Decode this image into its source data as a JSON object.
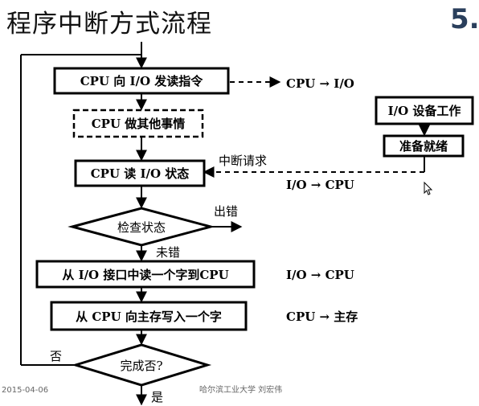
{
  "title": "程序中断方式流程",
  "page_number": "5.",
  "steps": {
    "send_read_cmd": "CPU 向 I/O 发读指令",
    "do_other": "CPU 做其他事情",
    "read_status": "CPU 读 I/O 状态",
    "check_status": "检查状态",
    "read_word": "从 I/O 接口中读一个字到CPU",
    "write_word": "从 CPU 向主存写入一个字",
    "done": "完成否?",
    "device_work": "I/O 设备工作",
    "ready": "准备就绪"
  },
  "flows": {
    "cpu_to_io": "CPU → I/O",
    "io_to_cpu_1": "I/O → CPU",
    "io_to_cpu_2": "I/O → CPU",
    "cpu_to_mem": "CPU → 主存"
  },
  "labels": {
    "interrupt_request": "中断请求",
    "error": "出错",
    "no_error": "未错",
    "no": "否",
    "yes": "是"
  },
  "footer": {
    "date": "2015-04-06",
    "credit": "哈尔滨工业大学 刘宏伟"
  }
}
